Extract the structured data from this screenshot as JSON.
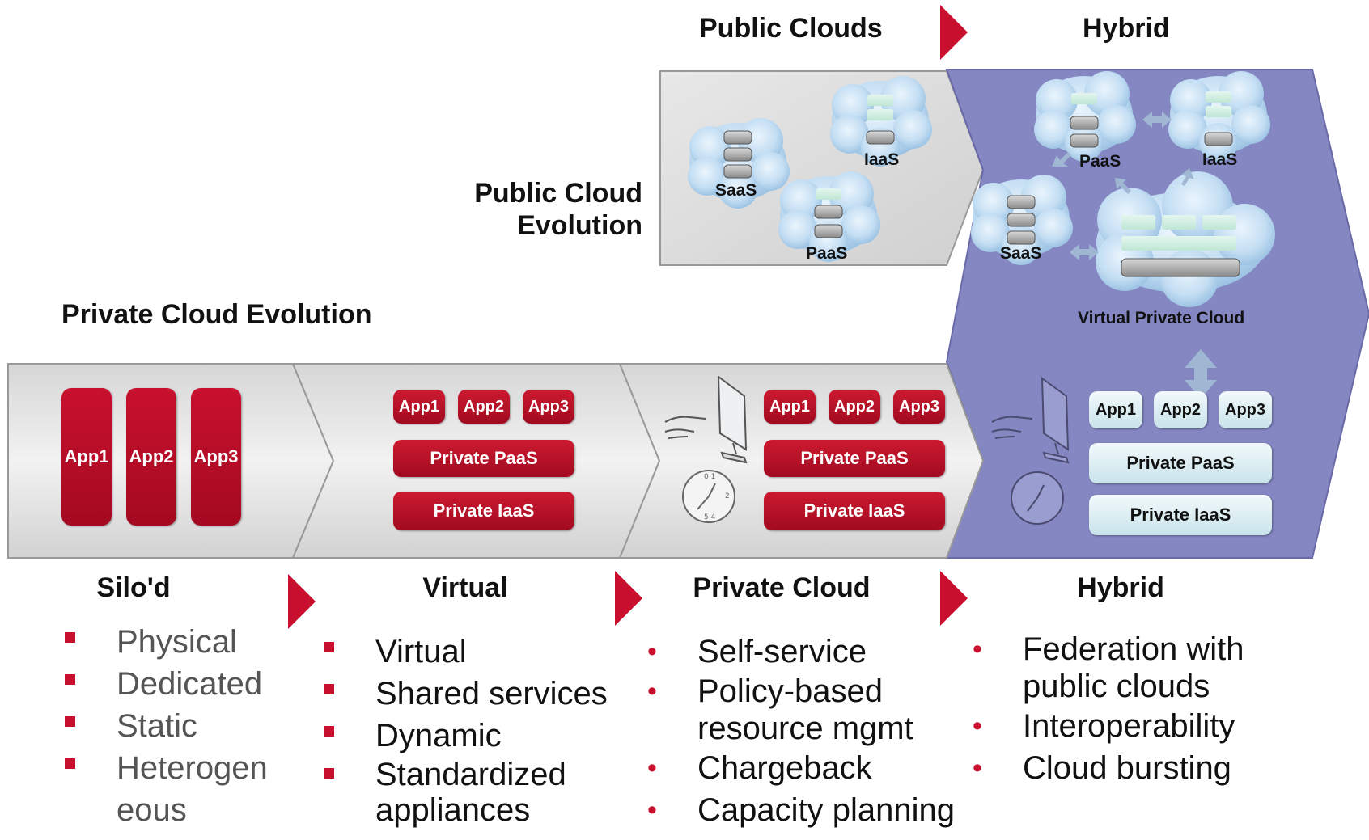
{
  "titles": {
    "public_clouds": "Public Clouds",
    "hybrid_top": "Hybrid",
    "public_cloud_evolution_line1": "Public Cloud",
    "public_cloud_evolution_line2": "Evolution",
    "private_cloud_evolution": "Private Cloud Evolution"
  },
  "public_clouds_panel": {
    "clouds": [
      "SaaS",
      "IaaS",
      "PaaS"
    ]
  },
  "hybrid_panel": {
    "clouds": [
      "PaaS",
      "IaaS",
      "SaaS"
    ],
    "virtual_private_cloud": "Virtual Private Cloud",
    "apps": [
      "App1",
      "App2",
      "App3"
    ],
    "paas": "Private PaaS",
    "iaas": "Private IaaS"
  },
  "stages": [
    {
      "name": "Silo'd",
      "apps": [
        "App1",
        "App2",
        "App3"
      ],
      "bullets": [
        "Physical",
        "Dedicated",
        "Static",
        "Heterogen eous"
      ]
    },
    {
      "name": "Virtual",
      "apps": [
        "App1",
        "App2",
        "App3"
      ],
      "paas": "Private PaaS",
      "iaas": "Private IaaS",
      "bullets": [
        "Virtual",
        "Shared services",
        "Dynamic",
        "Standardized appliances"
      ]
    },
    {
      "name": "Private Cloud",
      "apps": [
        "App1",
        "App2",
        "App3"
      ],
      "paas": "Private PaaS",
      "iaas": "Private IaaS",
      "bullets": [
        "Self-service",
        "Policy-based resource mgmt",
        "Chargeback",
        "Capacity planning"
      ]
    },
    {
      "name": "Hybrid",
      "bullets": [
        "Federation with public clouds",
        "Interoperability",
        "Cloud bursting"
      ]
    }
  ],
  "colors": {
    "accent_red": "#c8102e",
    "hybrid_purple": "#8487c2",
    "panel_gray": "#e2e2e2",
    "cloud_blue": "#bcd8ef"
  }
}
